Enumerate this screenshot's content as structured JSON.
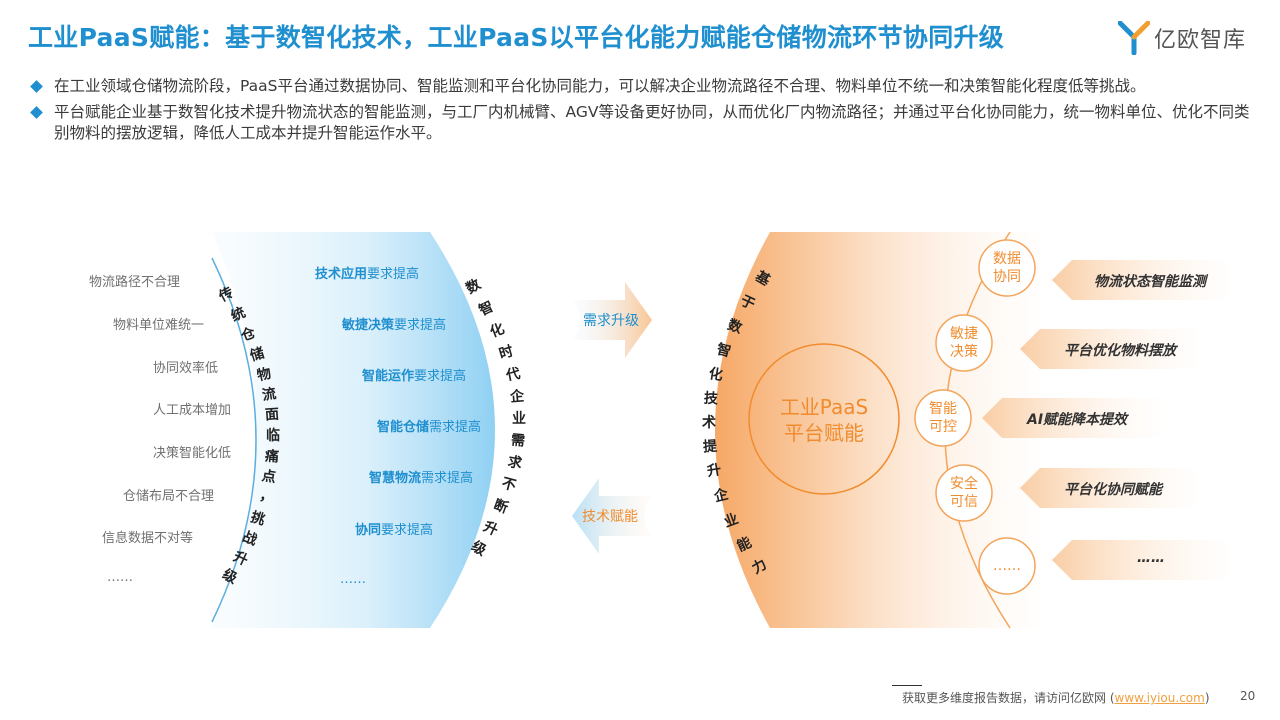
{
  "title": "工业PaaS赋能：基于数智化技术，工业PaaS以平台化能力赋能仓储物流环节协同升级",
  "logo": {
    "text": "亿欧智库"
  },
  "bullets": [
    "在工业领域仓储物流阶段，PaaS平台通过数据协同、智能监测和平台化协同能力，可以解决企业物流路径不合理、物料单位不统一和决策智能化程度低等挑战。",
    "平台赋能企业基于数智化技术提升物流状态的智能监测，与工厂内机械臂、AGV等设备更好协同，从而优化厂内物流路径；并通过平台化协同能力，统一物料单位、优化不同类别物料的摆放逻辑，降低人工成本并提升智能运作水平。"
  ],
  "pain_points": [
    "物流路径不合理",
    "物料单位难统一",
    "协同效率低",
    "人工成本增加",
    "决策智能化低",
    "仓储布局不合理",
    "信息数据不对等",
    "……"
  ],
  "left_arc_text": [
    "传",
    "统",
    "仓",
    "储",
    "物",
    "流",
    "面",
    "临",
    "痛",
    "点",
    "，",
    "挑",
    "战",
    "升",
    "级"
  ],
  "demands": [
    {
      "bold": "技术应用",
      "rest": "要求提高"
    },
    {
      "bold": "敏捷决策",
      "rest": "要求提高"
    },
    {
      "bold": "智能运作",
      "rest": "要求提高"
    },
    {
      "bold": "智能仓储",
      "rest": "需求提高"
    },
    {
      "bold": "智慧物流",
      "rest": "需求提高"
    },
    {
      "bold": "协同",
      "rest": "要求提高"
    },
    {
      "bold": "",
      "rest": "……"
    }
  ],
  "right_arc_text": [
    "数",
    "智",
    "化",
    "时",
    "代",
    "企",
    "业",
    "需",
    "求",
    "不",
    "断",
    "升",
    "级"
  ],
  "arrows": {
    "upgrade": "需求升级",
    "enable": "技术赋能"
  },
  "orange_arc_text": [
    "基",
    "于",
    "数",
    "智",
    "化",
    "技",
    "术",
    "提",
    "升",
    "企",
    "业",
    "能",
    "力"
  ],
  "center": {
    "line1": "工业PaaS",
    "line2": "平台赋能"
  },
  "circles": [
    {
      "l1": "数据",
      "l2": "协同"
    },
    {
      "l1": "敏捷",
      "l2": "决策"
    },
    {
      "l1": "智能",
      "l2": "可控"
    },
    {
      "l1": "安全",
      "l2": "可信"
    },
    {
      "l1": "……",
      "l2": ""
    }
  ],
  "pills": [
    "物流状态智能监测",
    "平台优化物料摆放",
    "AI赋能降本提效",
    "平台化协同赋能",
    "……"
  ],
  "colors": {
    "blue": "#1f8fcf",
    "orange": "#f08c2e"
  },
  "footer": {
    "text": "获取更多维度报告数据，请访问亿欧网 (",
    "link": "www.iyiou.com",
    "close": ")",
    "page": "20"
  }
}
